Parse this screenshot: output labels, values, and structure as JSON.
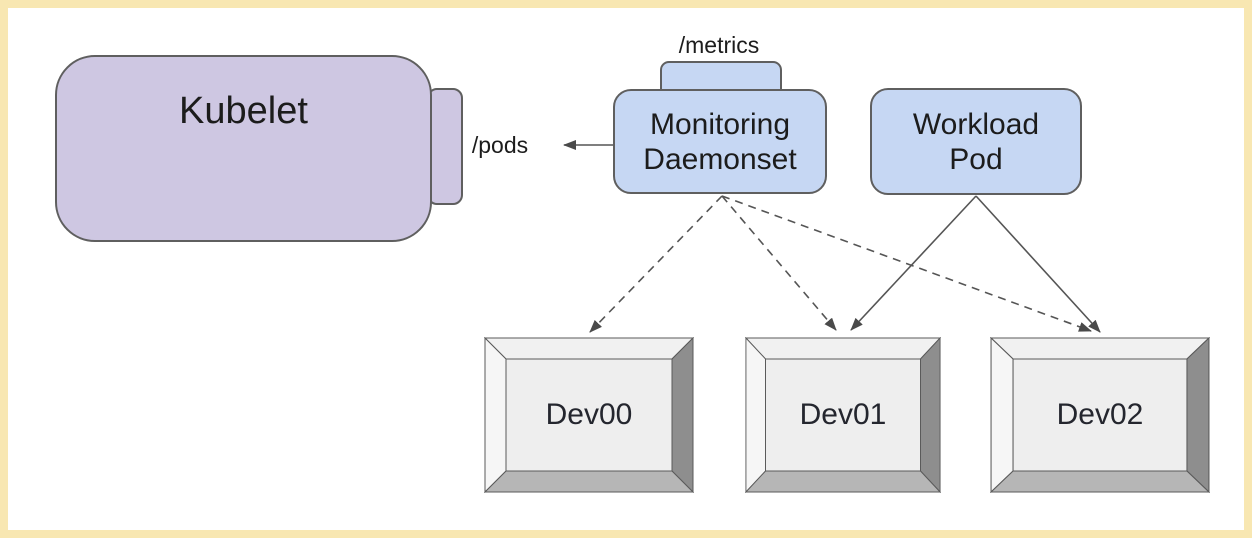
{
  "canvas": {
    "background": "#ffffff",
    "frame_color": "#f8e7b2"
  },
  "nodes": {
    "kubelet": {
      "label": "Kubelet",
      "fill": "#cec7e2"
    },
    "pods_endpoint": {
      "label": "/pods",
      "fill": "#cec7e2"
    },
    "metrics_endpoint": {
      "label": "/metrics",
      "fill": "#c6d7f3"
    },
    "monitoring_daemonset": {
      "label": "Monitoring\nDaemonset",
      "fill": "#c6d7f3"
    },
    "workload_pod": {
      "label": "Workload\nPod",
      "fill": "#c6d7f3"
    }
  },
  "devices": [
    {
      "label": "Dev00"
    },
    {
      "label": "Dev01"
    },
    {
      "label": "Dev02"
    }
  ],
  "edges": [
    {
      "from": "monitoring-daemonset",
      "to": "kubelet-pods-endpoint",
      "style": "solid"
    },
    {
      "from": "monitoring-daemonset",
      "to": "dev00",
      "style": "dashed"
    },
    {
      "from": "monitoring-daemonset",
      "to": "dev01",
      "style": "dashed"
    },
    {
      "from": "monitoring-daemonset",
      "to": "dev02",
      "style": "dashed"
    },
    {
      "from": "workload-pod",
      "to": "dev01",
      "style": "solid"
    },
    {
      "from": "workload-pod",
      "to": "dev02",
      "style": "solid"
    }
  ],
  "colors": {
    "node_stroke": "#5f5f5f",
    "edge": "#555555",
    "arrowhead": "#4a4a4a",
    "text": "#1c1c1c"
  }
}
